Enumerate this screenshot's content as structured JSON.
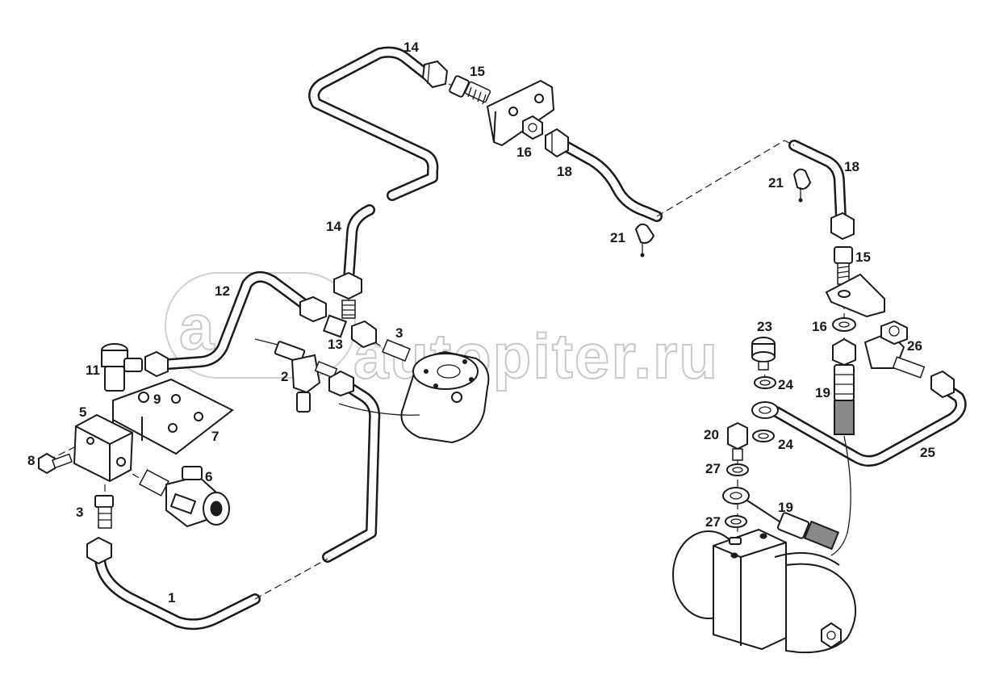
{
  "watermark": {
    "text": "autopiter.ru"
  },
  "callouts": [
    {
      "id": "c1",
      "label": "1"
    },
    {
      "id": "c2",
      "label": "2"
    },
    {
      "id": "c3a",
      "label": "3"
    },
    {
      "id": "c3b",
      "label": "3"
    },
    {
      "id": "c5",
      "label": "5"
    },
    {
      "id": "c6",
      "label": "6"
    },
    {
      "id": "c7",
      "label": "7"
    },
    {
      "id": "c8",
      "label": "8"
    },
    {
      "id": "c9",
      "label": "9"
    },
    {
      "id": "c11",
      "label": "11"
    },
    {
      "id": "c12",
      "label": "12"
    },
    {
      "id": "c13",
      "label": "13"
    },
    {
      "id": "c14a",
      "label": "14"
    },
    {
      "id": "c14b",
      "label": "14"
    },
    {
      "id": "c15a",
      "label": "15"
    },
    {
      "id": "c15b",
      "label": "15"
    },
    {
      "id": "c16a",
      "label": "16"
    },
    {
      "id": "c16b",
      "label": "16"
    },
    {
      "id": "c18a",
      "label": "18"
    },
    {
      "id": "c18b",
      "label": "18"
    },
    {
      "id": "c19a",
      "label": "19"
    },
    {
      "id": "c19b",
      "label": "19"
    },
    {
      "id": "c20",
      "label": "20"
    },
    {
      "id": "c21a",
      "label": "21"
    },
    {
      "id": "c21b",
      "label": "21"
    },
    {
      "id": "c23",
      "label": "23"
    },
    {
      "id": "c24a",
      "label": "24"
    },
    {
      "id": "c24b",
      "label": "24"
    },
    {
      "id": "c25",
      "label": "25"
    },
    {
      "id": "c26",
      "label": "26"
    },
    {
      "id": "c27a",
      "label": "27"
    },
    {
      "id": "c27b",
      "label": "27"
    }
  ]
}
